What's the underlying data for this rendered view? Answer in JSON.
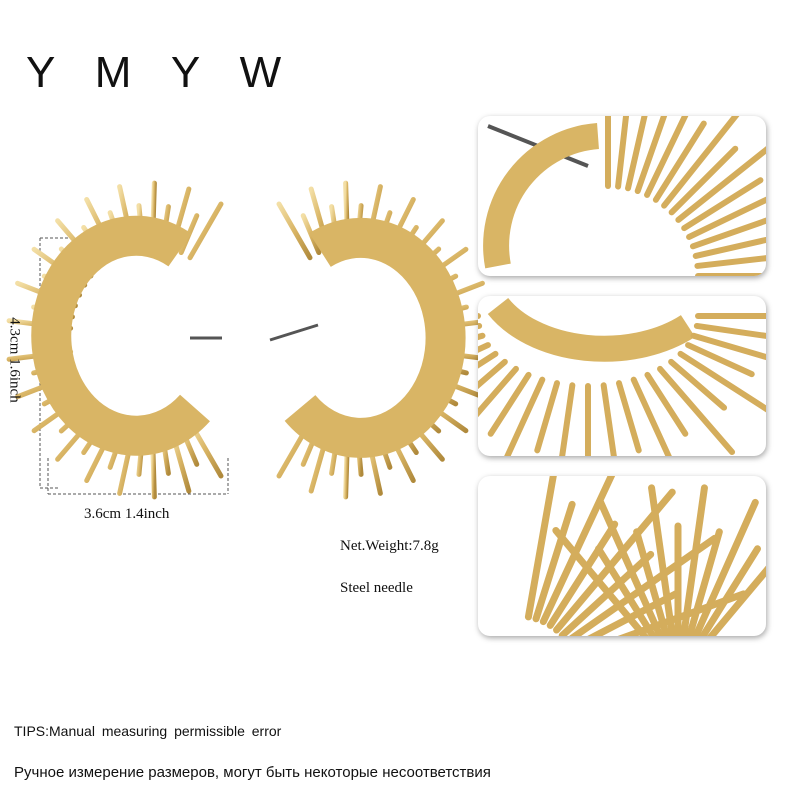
{
  "brand": {
    "name": "Y M Y W"
  },
  "dimensions": {
    "width_label": "3.6cm  1.4inch",
    "height_label": "4.3cm  1.6inch"
  },
  "specs": {
    "net_weight": "Net.Weight:7.8g",
    "needle": "Steel needle"
  },
  "tips": {
    "english": "TIPS:Manual measuring permissible error",
    "russian": "Ручное измерение размеров, могут быть некоторые несоответствия"
  },
  "colors": {
    "gold": "#d9b565",
    "gold_dark": "#b08a3c",
    "gold_light": "#f1dca4",
    "pin": "#555555"
  }
}
